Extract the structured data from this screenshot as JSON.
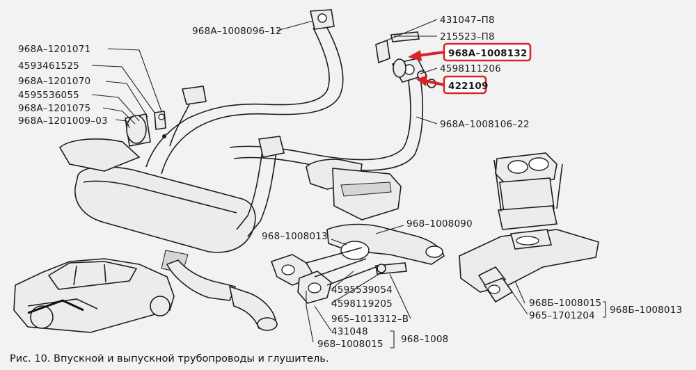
{
  "caption": "Рис. 10. Впускной и выпускной трубопроводы и глушитель.",
  "highlight_color": "#d8232a",
  "labels": {
    "l1": "968А–1201071",
    "l2": "4593461525",
    "l3": "968А–1201070",
    "l4": "4595536055",
    "l5": "968А–1201075",
    "l6": "968А–1201009–03",
    "l7": "968А–1008096–12",
    "l8": "431047–П8",
    "l9": "215523–П8",
    "l10": "968А–1008132",
    "l11": "4598111206",
    "l12": "422109",
    "l13": "968А–1008106–22",
    "l14": "968–1008013",
    "l15": "968–1008090",
    "l16": "4595539054",
    "l17": "4598119205",
    "l18": "965–1013312–В",
    "l19": "431048",
    "l20": "968–1008015",
    "l21": "968–1008",
    "l22": "968Б–1008015",
    "l23": "965–1701204",
    "l24": "968Б–1008013"
  }
}
